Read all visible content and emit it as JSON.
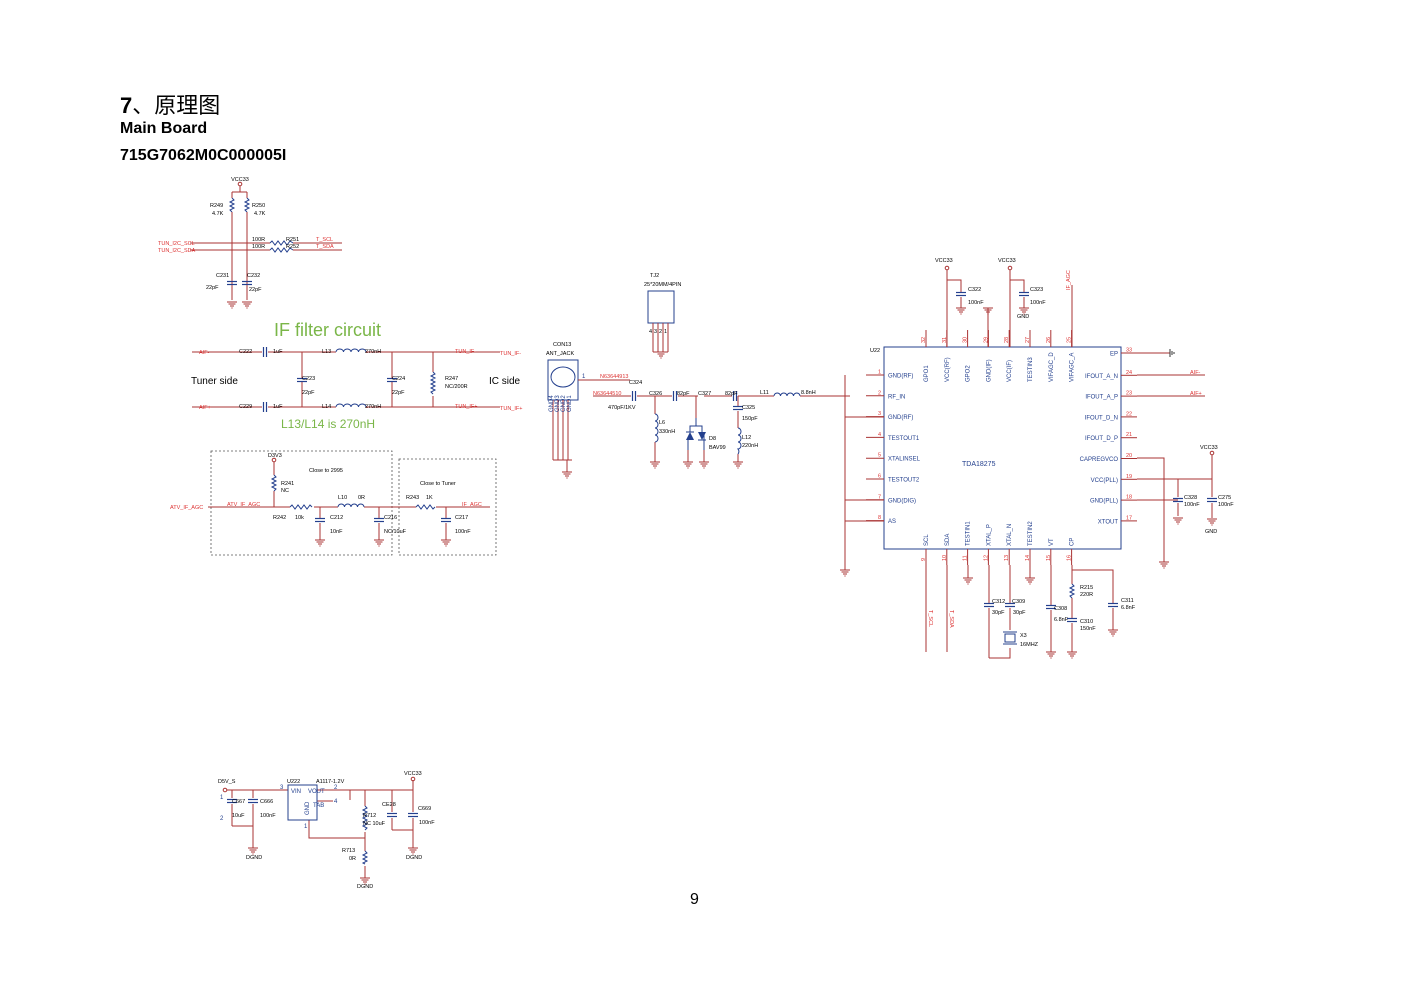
{
  "header": {
    "section_num": "7",
    "section_title": "、原理图",
    "board": "Main Board",
    "part": "715G7062M0C000005I"
  },
  "page_number": "9",
  "i2c": {
    "vcc": "VCC33",
    "r249": "R249",
    "r249_v": "4.7K",
    "r250": "R250",
    "r250_v": "4.7K",
    "scl_in": "TUN_I2C_SCL",
    "sda_in": "TUN_I2C_SDA",
    "r251_v": "100R",
    "r252_v": "100R",
    "r251": "R251",
    "r252": "R252",
    "scl_out": "T_SCL",
    "sda_out": "T_SDA",
    "c231": "C231",
    "c231_v": "22pF",
    "c232": "C232",
    "c232_v": "22pF"
  },
  "if_filter": {
    "title": "IF filter circuit",
    "note": "L13/L14 is 270nH",
    "tuner_side": "Tuner side",
    "ic_side": "IC side",
    "aif_m": "AIF-",
    "aif_p": "AIF+",
    "c222": "C222",
    "c222_v": "1uF",
    "c229": "C229",
    "c229_v": "1uF",
    "l13": "L13",
    "l13_v": "270nH",
    "l14": "L14",
    "l14_v": "270nH",
    "c223": "C223",
    "c223_v": "22pF",
    "c224": "C224",
    "c224_v": "22pF",
    "r247": "R247",
    "r247_v": "NC/200R",
    "tun_ifm": "TUN_IF-",
    "tun_ifp": "TUN_IF+"
  },
  "agc": {
    "d3v3": "D3V3",
    "r241": "R241",
    "r241_v": "NC",
    "box1": "Close to 2995",
    "box2": "Close to Tuner",
    "atv": "ATV_IF_AGC",
    "atv_net": "ATV_IF_AGC",
    "r242": "R242",
    "r242_v": "10k",
    "l10": "L10",
    "l10_v": "0R",
    "c212": "C212",
    "c212_v": "10nF",
    "c216": "C216",
    "c216_v": "NC/10uF",
    "r243": "R243",
    "r243_v": "1K",
    "c217": "C217",
    "c217_v": "100nF",
    "if_agc": "IF_AGC"
  },
  "rf": {
    "tj2": "TJ2",
    "tj2_v": "25*20MM/4PIN",
    "con13": "CON13",
    "con13_v": "ANT_JACK",
    "n1": "N63644913",
    "n2": "N63644510",
    "c324": "C324",
    "c324_v": "470pF/1KV",
    "c326": "C326",
    "c326_v": "82pF",
    "c327": "C327",
    "c327_v": "82pF",
    "l11": "L11",
    "l11_v": "8.8nH",
    "l6": "L6",
    "l6_v": "330nH",
    "d8": "D8",
    "d8_v": "BAV99",
    "c325": "C325",
    "c325_v": "150pF",
    "l12": "L12",
    "l12_v": "220nH",
    "gnd_pins": [
      "GND4",
      "GND3",
      "GND2",
      "GND1"
    ],
    "pin1": "1"
  },
  "tuner": {
    "ref": "U22",
    "name": "TDA18275",
    "vcc_a": "VCC33",
    "vcc_b": "VCC33",
    "c322": "C322",
    "c322_v": "100nF",
    "c323": "C323",
    "c323_v": "100nF",
    "gnd": "GND",
    "if_agc_net": "IF_AGC",
    "left": [
      {
        "n": "1",
        "name": "GND(RF)"
      },
      {
        "n": "2",
        "name": "RF_IN"
      },
      {
        "n": "3",
        "name": "GND(RF)"
      },
      {
        "n": "4",
        "name": "TESTOUT1"
      },
      {
        "n": "5",
        "name": "XTALINSEL"
      },
      {
        "n": "6",
        "name": "TESTOUT2"
      },
      {
        "n": "7",
        "name": "GND(DIG)"
      },
      {
        "n": "8",
        "name": "AS"
      }
    ],
    "right": [
      {
        "n": "33",
        "name": "EP"
      },
      {
        "n": "24",
        "name": "IFOUT_A_N"
      },
      {
        "n": "23",
        "name": "IFOUT_A_P"
      },
      {
        "n": "22",
        "name": "IFOUT_D_N"
      },
      {
        "n": "21",
        "name": "IFOUT_D_P"
      },
      {
        "n": "20",
        "name": "CAPREGVCO"
      },
      {
        "n": "19",
        "name": "VCC(PLL)"
      },
      {
        "n": "18",
        "name": "GND(PLL)"
      },
      {
        "n": "17",
        "name": "XTOUT"
      }
    ],
    "top": [
      {
        "n": "32",
        "name": "GPO1"
      },
      {
        "n": "31",
        "name": "VCC(RF)"
      },
      {
        "n": "30",
        "name": "GPO2"
      },
      {
        "n": "29",
        "name": "GND(IF)"
      },
      {
        "n": "28",
        "name": "VCC(IF)"
      },
      {
        "n": "27",
        "name": "TESTIN3"
      },
      {
        "n": "26",
        "name": "VIFAGC_D"
      },
      {
        "n": "25",
        "name": "VIFAGC_A"
      }
    ],
    "bottom": [
      {
        "n": "9",
        "name": "SCL"
      },
      {
        "n": "10",
        "name": "SDA"
      },
      {
        "n": "11",
        "name": "TESTIN1"
      },
      {
        "n": "12",
        "name": "XTAL_P"
      },
      {
        "n": "13",
        "name": "XTAL_N"
      },
      {
        "n": "14",
        "name": "TESTIN2"
      },
      {
        "n": "15",
        "name": "VT"
      },
      {
        "n": "16",
        "name": "CP"
      }
    ],
    "aifm": "AIF-",
    "aifp": "AIF+",
    "vcc_c": "VCC33",
    "c328": "C328",
    "c328_v": "100nF",
    "c275": "C275",
    "c275_v": "100nF",
    "gnd2": "GND",
    "tscl": "T_SCL",
    "tsda": "T_SDA",
    "c312": "C312",
    "c312_v": "30pF",
    "c309": "C309",
    "c309_v": "30pF",
    "x3": "X3",
    "x3_v": "16MHZ",
    "c308": "C308",
    "c308_v": "6.8nF",
    "r215": "R215",
    "r215_v": "220R",
    "c310": "C310",
    "c310_v": "150nF",
    "c311": "C311",
    "c311_v": "6.8nF"
  },
  "ldo": {
    "d5v": "D5V_S",
    "u": "U222",
    "u_v": "A1117-1.2V",
    "vin": "VIN",
    "vout": "VOUT",
    "tab": "TAB",
    "gnd": "GND",
    "vcc": "VCC33",
    "c667": "C667",
    "c667_v": "10uF",
    "c666": "C666",
    "c666_v": "100nF",
    "ce28": "CE28",
    "r712": "R712",
    "r712_v": "NC 10uF",
    "c669": "C669",
    "c669_v": "100nF",
    "r713": "R713",
    "r713_v": "0R",
    "dgnd": "DGND"
  }
}
